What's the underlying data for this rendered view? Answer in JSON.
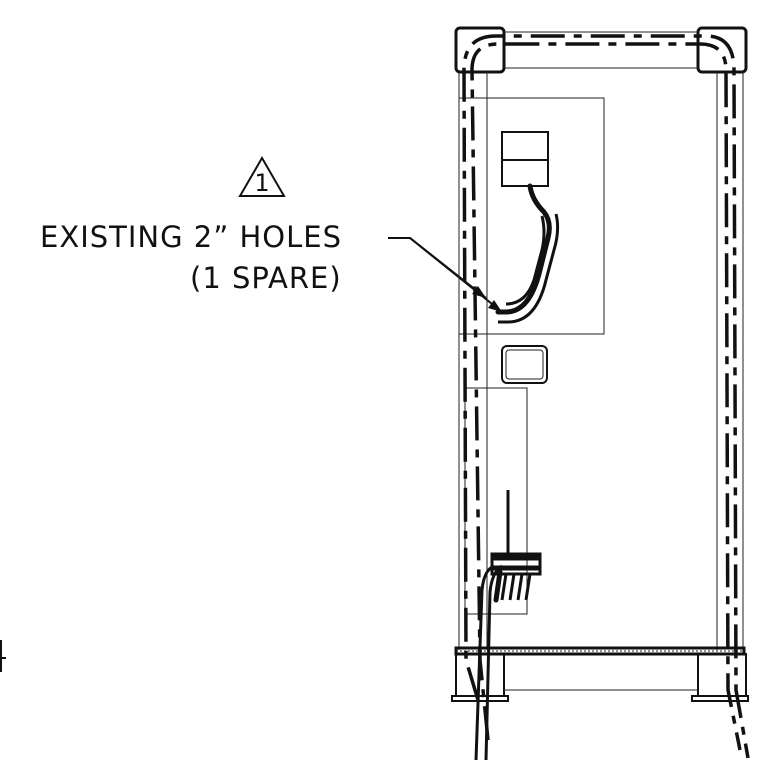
{
  "revision_marker": {
    "number": "1"
  },
  "callout": {
    "line1": "EXISTING 2” HOLES",
    "line2": "(1 SPARE)"
  },
  "colors": {
    "ink": "#111111",
    "paper": "#ffffff"
  }
}
